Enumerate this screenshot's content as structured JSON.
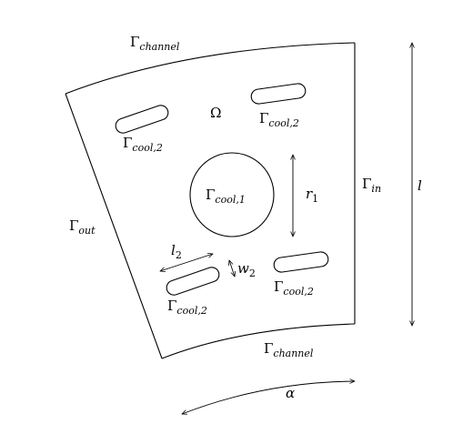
{
  "labels": {
    "omega": "Ω",
    "gamma": "Γ",
    "channel": "channel",
    "in": "in",
    "out": "out",
    "cool_1": "cool,1",
    "cool_2": "cool,2",
    "r_sym": "r",
    "r_sub": "1",
    "l_sym": "l",
    "l2_sym": "l",
    "l2_sub": "2",
    "w2_sym": "w",
    "w2_sub": "2",
    "alpha": "α"
  }
}
